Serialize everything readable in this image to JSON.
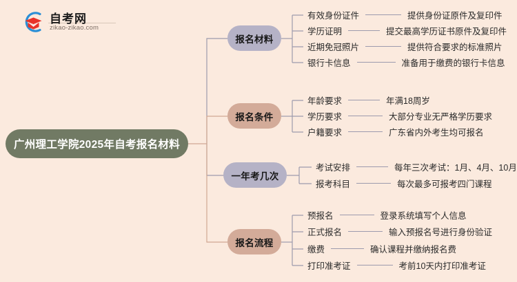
{
  "logo": {
    "name_cn": "自考网",
    "url": "zikao-zikao.com",
    "mark_icon": "graduation-cap-icon",
    "arc_color": "#2b8fd6",
    "cap_color": "#e8332a"
  },
  "colors": {
    "background": "#fbeade",
    "root_node": "#717a64",
    "root_text": "#ffffff",
    "lavender_node": "#b5b2c6",
    "tan_node": "#d3ab99",
    "lavender_wire": "#9c9aad",
    "tan_wire": "#d0a893",
    "text": "#2b2b2b"
  },
  "root": {
    "label": "广州理工学院2025年自考报名材料"
  },
  "branches": [
    {
      "label": "报名材料",
      "color": "#b5b2c6",
      "wire": "#9c9aad",
      "items": [
        {
          "key": "有效身份证件",
          "value": "提供身份证原件及复印件"
        },
        {
          "key": "学历证明",
          "value": "提交最高学历证书原件及复印件"
        },
        {
          "key": "近期免冠照片",
          "value": "提供符合要求的标准照片"
        },
        {
          "key": "银行卡信息",
          "value": "准备用于缴费的银行卡信息"
        }
      ]
    },
    {
      "label": "报名条件",
      "color": "#d3ab99",
      "wire": "#d0a893",
      "items": [
        {
          "key": "年龄要求",
          "value": "年满18周岁"
        },
        {
          "key": "学历要求",
          "value": "大部分专业无严格学历要求"
        },
        {
          "key": "户籍要求",
          "value": "广东省内外考生均可报名"
        }
      ]
    },
    {
      "label": "一年考几次",
      "color": "#b5b2c6",
      "wire": "#9c9aad",
      "items": [
        {
          "key": "考试安排",
          "value": "每年三次考试：1月、4月、10月"
        },
        {
          "key": "报考科目",
          "value": "每次最多可报考四门课程"
        }
      ]
    },
    {
      "label": "报名流程",
      "color": "#d3ab99",
      "wire": "#d0a893",
      "items": [
        {
          "key": "预报名",
          "value": "登录系统填写个人信息"
        },
        {
          "key": "正式报名",
          "value": "输入预报名号进行身份验证"
        },
        {
          "key": "缴费",
          "value": "确认课程并缴纳报名费"
        },
        {
          "key": "打印准考证",
          "value": "考前10天内打印准考证"
        }
      ]
    }
  ]
}
